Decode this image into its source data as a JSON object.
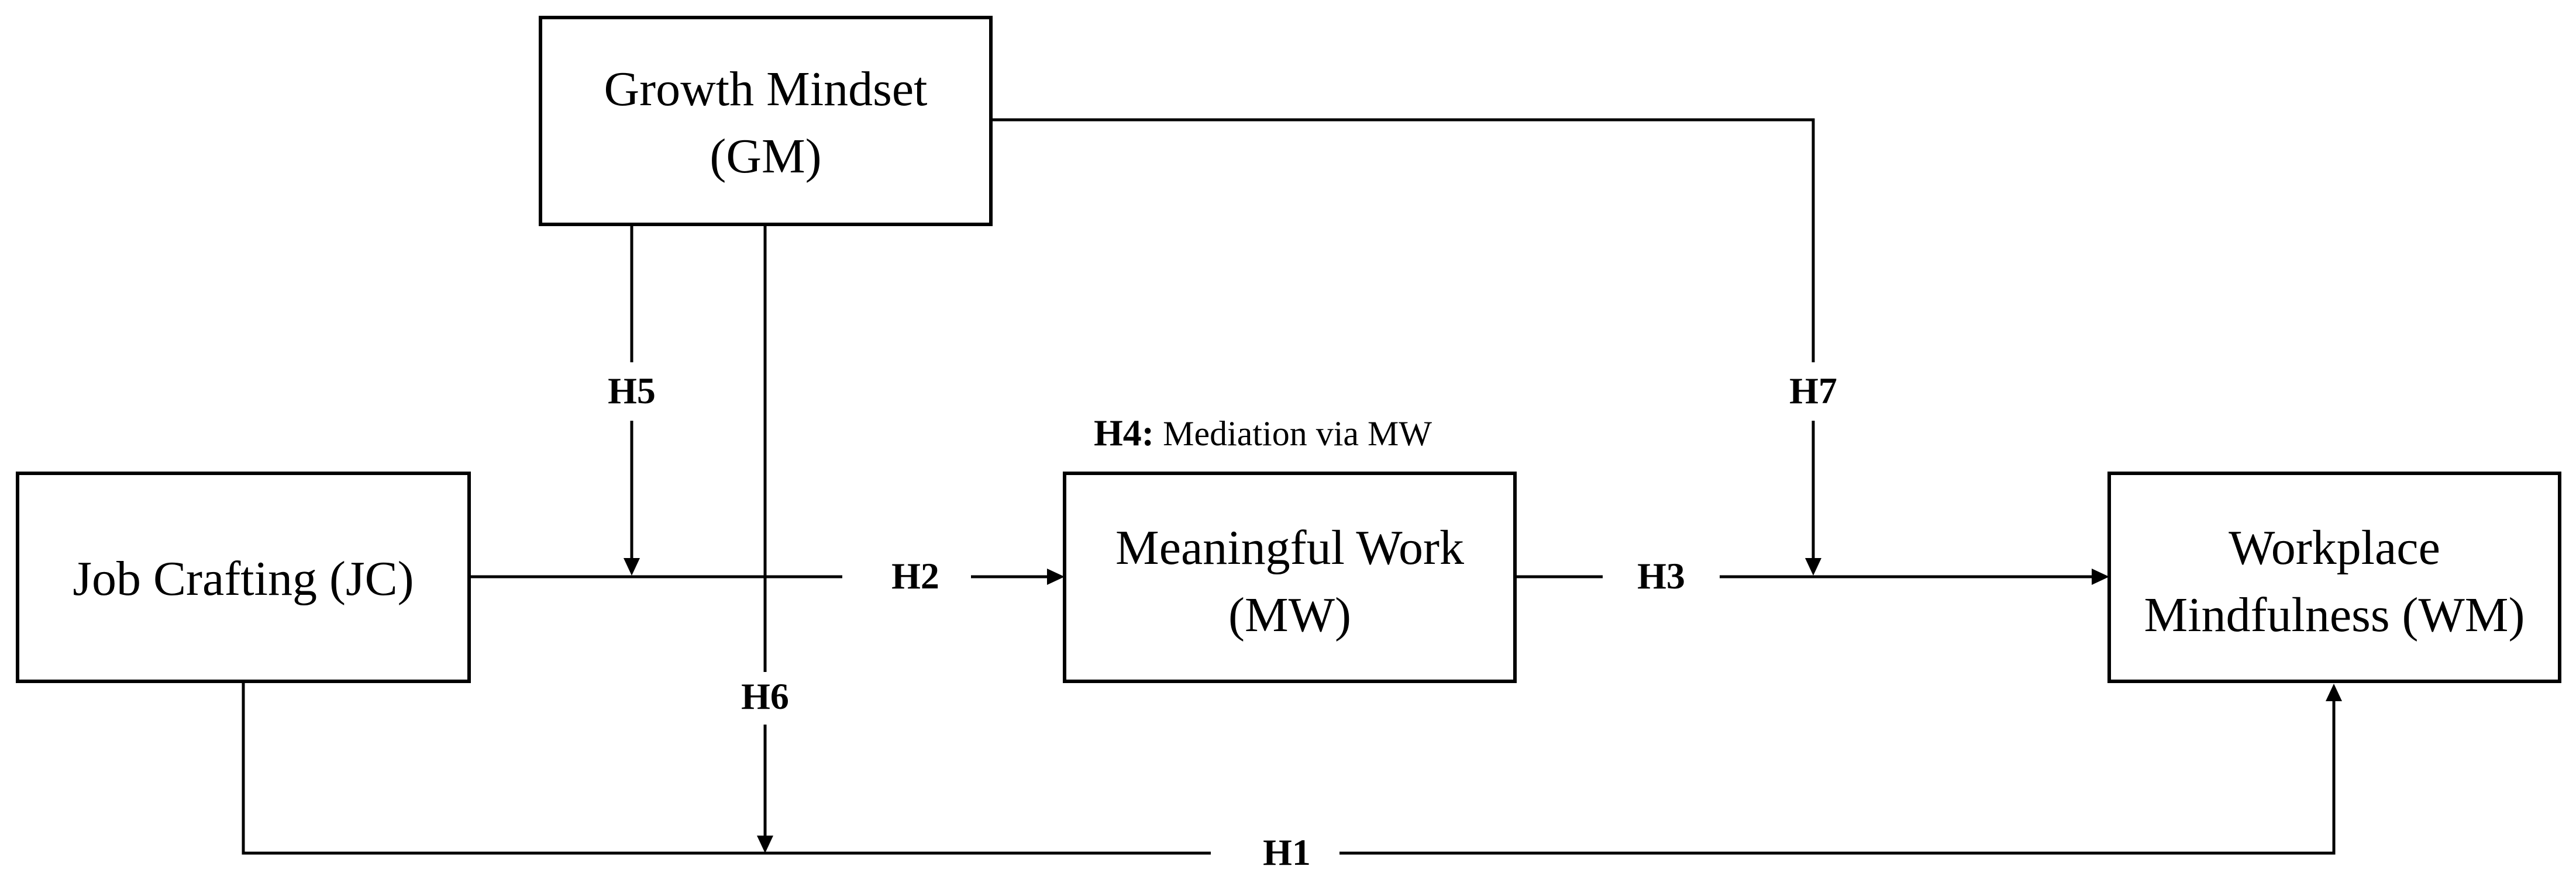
{
  "nodes": {
    "gm": {
      "line1": "Growth Mindset",
      "line2": "(GM)"
    },
    "jc": {
      "line1": "Job Crafting (JC)"
    },
    "mw": {
      "line1": "Meaningful Work",
      "line2": "(MW)"
    },
    "wm": {
      "line1": "Workplace",
      "line2": "Mindfulness (WM)"
    }
  },
  "hypotheses": {
    "h1": "H1",
    "h2": "H2",
    "h3": "H3",
    "h5": "H5",
    "h6": "H6",
    "h7": "H7"
  },
  "annotation": {
    "bold": "H4:",
    "rest": " Mediation via MW"
  },
  "colors": {
    "stroke": "#000000",
    "background": "#ffffff"
  }
}
